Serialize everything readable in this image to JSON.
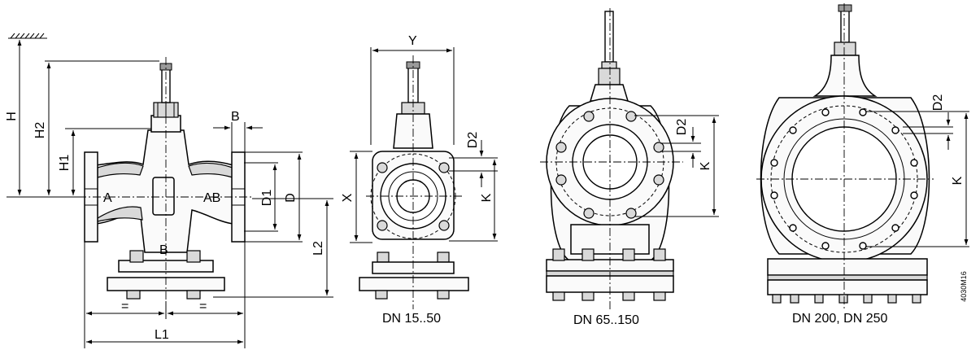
{
  "labels": {
    "dim_H": "H",
    "dim_H2": "H2",
    "dim_H1": "H1",
    "dim_B_top": "B",
    "port_A": "A",
    "port_AB": "AB",
    "port_B": "B",
    "dim_D1": "D1",
    "dim_D": "D",
    "dim_L2": "L2",
    "dim_equal_left": "=",
    "dim_equal_right": "=",
    "dim_L1": "L1",
    "dim_Y": "Y",
    "dim_X": "X",
    "dim_D2_small": "D2",
    "dim_K_small": "K",
    "dim_D2_medium": "D2",
    "dim_K_medium": "K",
    "dim_D2_large": "D2",
    "dim_K_large": "K",
    "caption_small": "DN 15..50",
    "caption_medium": "DN 65..150",
    "caption_large": "DN 200, DN 250",
    "drawing_number": "4030M16"
  }
}
